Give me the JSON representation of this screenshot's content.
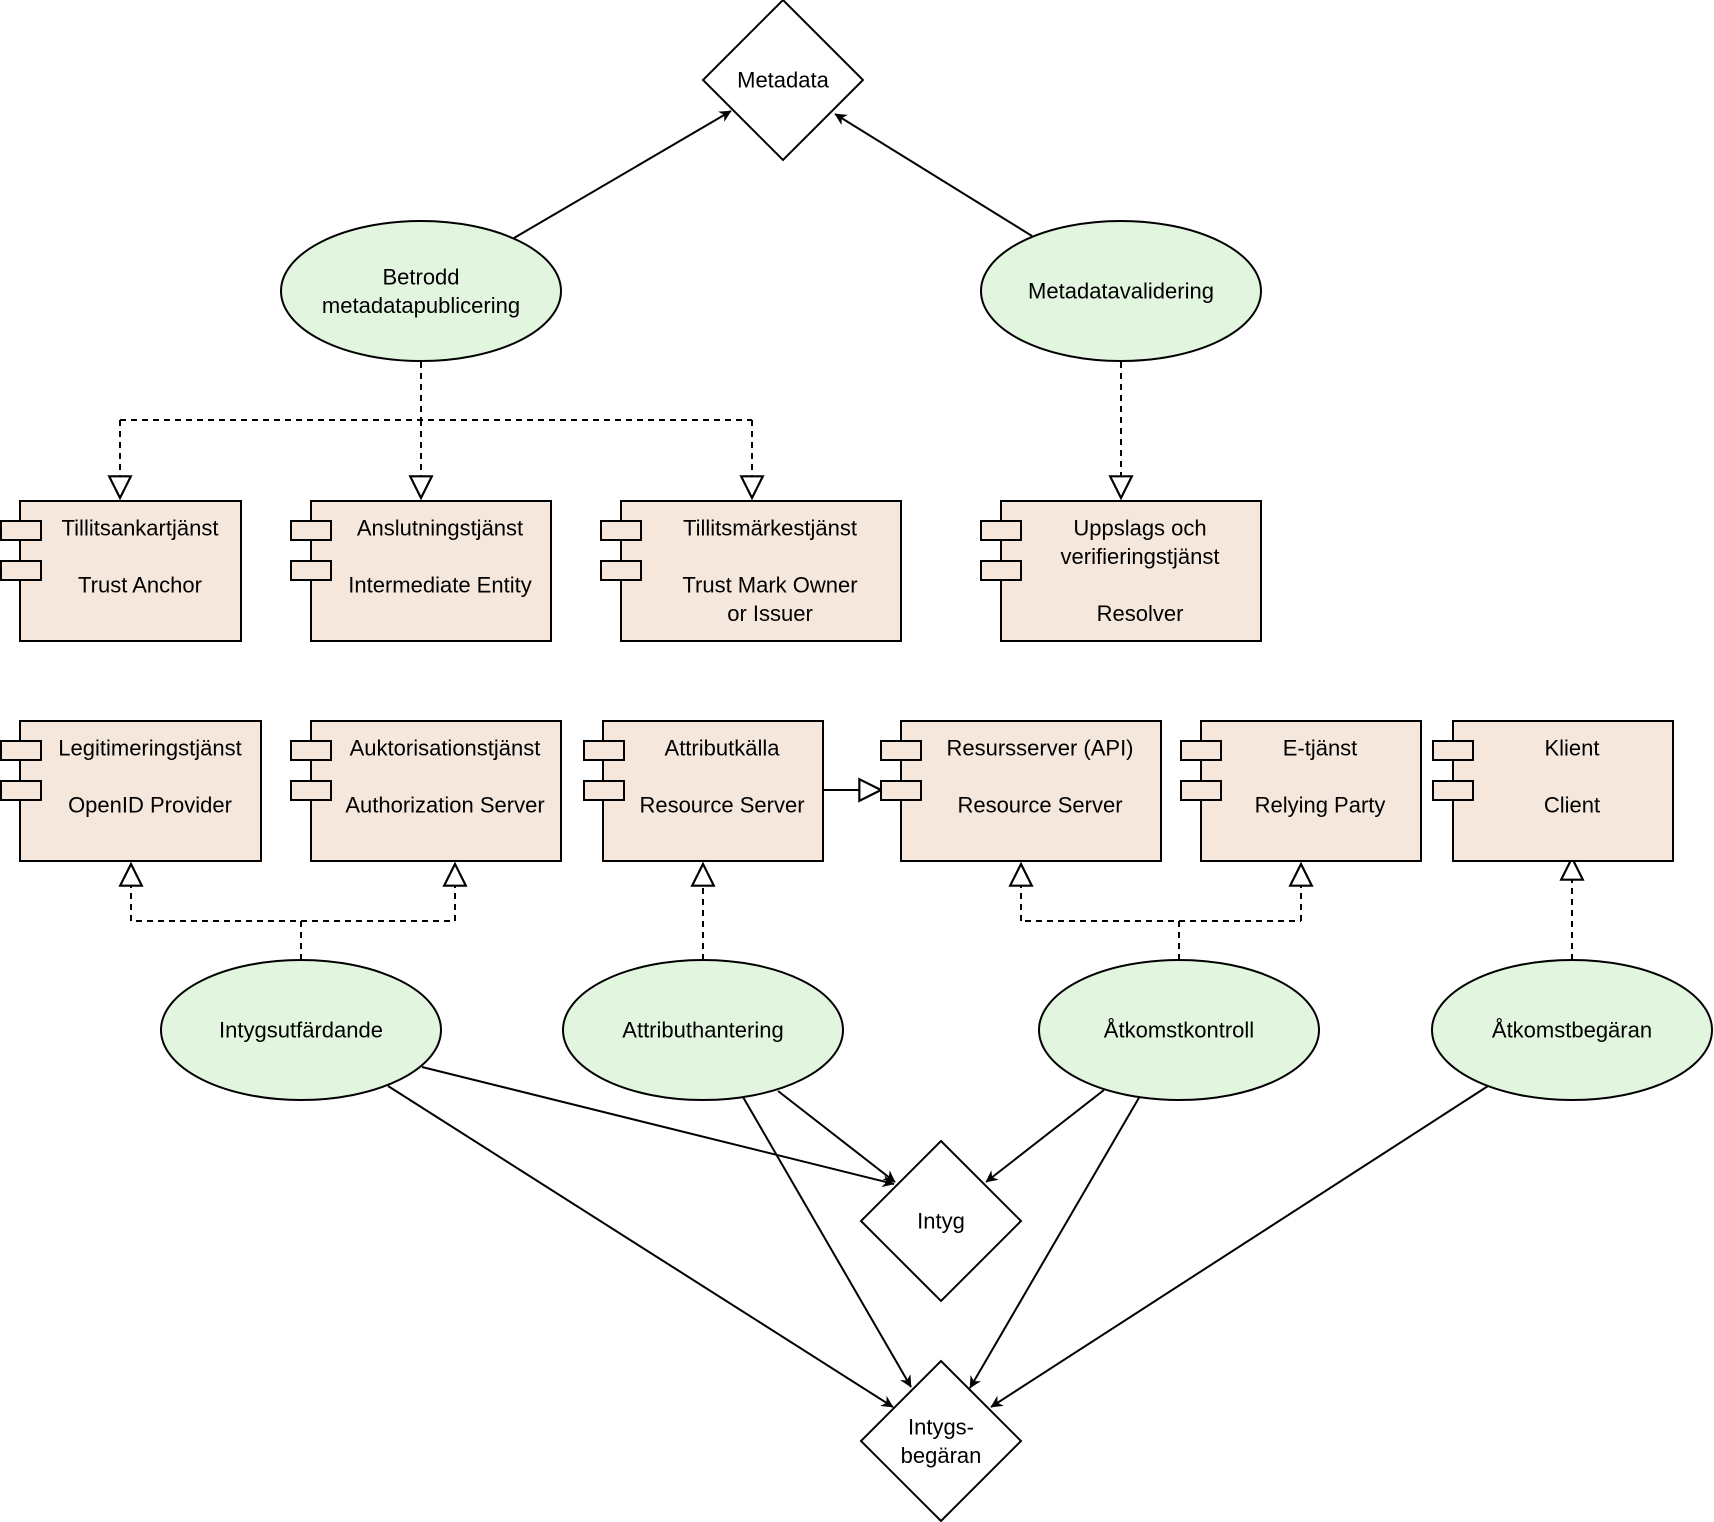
{
  "colors": {
    "usecase_fill": "#e2f5df",
    "component_fill": "#f5e7dc",
    "stroke": "#000000",
    "background": "#ffffff"
  },
  "diamonds": {
    "metadata": [
      "Metadata"
    ],
    "intyg": [
      "Intyg"
    ],
    "intygsbegaran": [
      "Intygs-",
      "begäran"
    ]
  },
  "usecases": {
    "betrodd": [
      "Betrodd",
      "metadatapublicering"
    ],
    "metadatavalidering": [
      "Metadatavalidering"
    ],
    "intygsutfardande": [
      "Intygsutfärdande"
    ],
    "attributhantering": [
      "Attributhantering"
    ],
    "atkomstkontroll": [
      "Åtkomstkontroll"
    ],
    "atkomstbegaran": [
      "Åtkomstbegäran"
    ]
  },
  "components": {
    "tillitsankar": [
      "Tillitsankartjänst",
      "",
      "Trust Anchor"
    ],
    "anslutning": [
      "Anslutningstjänst",
      "",
      "Intermediate Entity"
    ],
    "tillitsmarke": [
      "Tillitsmärkestjänst",
      "",
      "Trust Mark Owner",
      "or Issuer"
    ],
    "uppslag": [
      "Uppslags och",
      "verifieringstjänst",
      "",
      "Resolver"
    ],
    "legitimering": [
      "Legitimeringstjänst",
      "",
      "OpenID Provider"
    ],
    "auktorisation": [
      "Auktorisationstjänst",
      "",
      "Authorization Server"
    ],
    "attributkalla": [
      "Attributkälla",
      "",
      "Resource Server"
    ],
    "resursserver": [
      "Resursserver (API)",
      "",
      "Resource Server"
    ],
    "etjanst": [
      "E-tjänst",
      "",
      "Relying Party"
    ],
    "klient": [
      "Klient",
      "",
      "Client"
    ]
  }
}
